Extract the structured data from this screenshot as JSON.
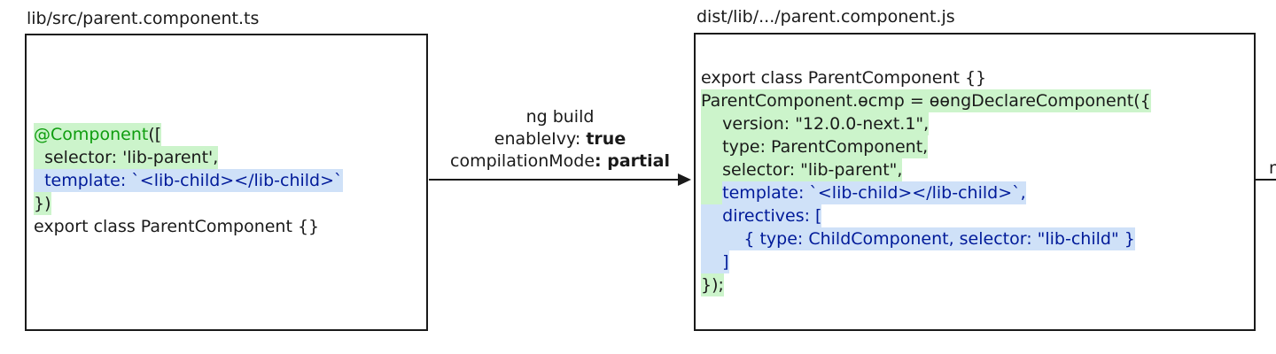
{
  "colors": {
    "ink": "#1a1a1a",
    "green_bg": "#ccf4cb",
    "blue_bg": "#cfe1f8",
    "green_fg": "#0f9d0f",
    "navy_fg": "#001a99",
    "paper": "#ffffff"
  },
  "left_panel": {
    "title": "lib/src/parent.component.ts",
    "code_lines": [
      [
        {
          "t": "@Component",
          "hl": "green",
          "c": "green"
        },
        {
          "t": "([",
          "hl": "green"
        }
      ],
      [
        {
          "t": "  selector: 'lib-parent',",
          "hl": "green"
        }
      ],
      [
        {
          "t": "  template: `<lib-child></lib-child>`",
          "hl": "blue",
          "c": "navy"
        }
      ],
      [
        {
          "t": "})",
          "hl": "green"
        }
      ],
      [
        {
          "t": "export class ParentComponent {}"
        }
      ]
    ]
  },
  "build_arrow": {
    "line1": [
      {
        "t": "ng build"
      }
    ],
    "line2": [
      {
        "t": "enableIvy: "
      },
      {
        "t": "true",
        "b": true
      }
    ],
    "line3": [
      {
        "t": "compilationMode"
      },
      {
        "t": ": partial",
        "b": true
      }
    ]
  },
  "right_panel": {
    "title": "dist/lib/.../parent.component.js",
    "code_lines": [
      [
        {
          "t": "export class ParentComponent {}"
        }
      ],
      [
        {
          "t": "ParentComponent.ɵcmp = ɵɵngDeclareComponent({",
          "hl": "green"
        }
      ],
      [
        {
          "t": "    version: \"12.0.0-next.1\",",
          "hl": "green"
        }
      ],
      [
        {
          "t": "    type: ParentComponent,",
          "hl": "green"
        }
      ],
      [
        {
          "t": "    selector: \"lib-parent\",",
          "hl": "green"
        }
      ],
      [
        {
          "t": "    ",
          "hl": "green"
        },
        {
          "t": "template: `<lib-child></lib-child>`,",
          "hl": "blue",
          "c": "navy"
        }
      ],
      [
        {
          "t": "    directives: [",
          "hl": "blue",
          "c": "navy"
        }
      ],
      [
        {
          "t": "        { type: ChildComponent, selector: \"lib-child\" }",
          "hl": "blue",
          "c": "navy"
        }
      ],
      [
        {
          "t": "    ]",
          "hl": "blue",
          "c": "navy"
        }
      ],
      [
        {
          "t": "});",
          "hl": "green"
        }
      ]
    ]
  },
  "next_arrow": {
    "truncated_label": "n"
  }
}
